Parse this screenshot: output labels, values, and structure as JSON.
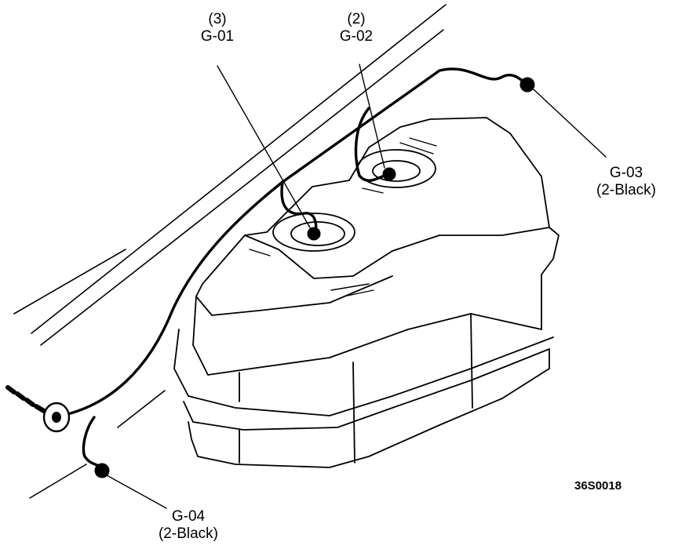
{
  "callouts": [
    {
      "id": "g01",
      "count": "(3)",
      "code": "G-01"
    },
    {
      "id": "g02",
      "count": "(2)",
      "code": "G-02"
    },
    {
      "id": "g03",
      "code": "G-03",
      "wire": "(2-Black)"
    },
    {
      "id": "g04",
      "code": "G-04",
      "wire": "(2-Black)"
    }
  ],
  "figure_code": "36S0018"
}
